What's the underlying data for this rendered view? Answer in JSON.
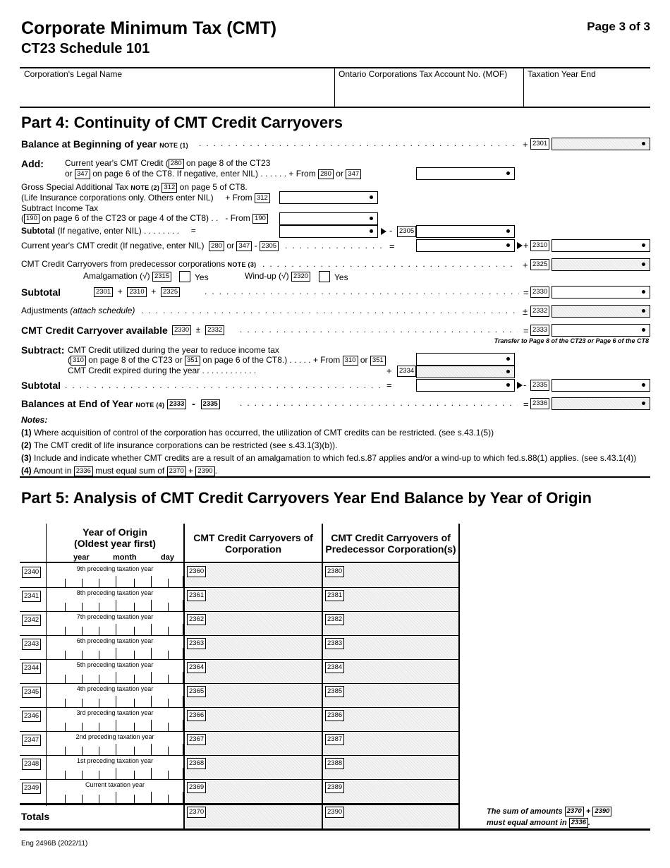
{
  "header": {
    "title": "Corporate Minimum Tax (CMT)",
    "subtitle": "CT23 Schedule 101",
    "page": "Page 3 of 3",
    "col_name": "Corporation's Legal Name",
    "col_account": "Ontario Corporations Tax Account No. (MOF)",
    "col_year_end": "Taxation Year End"
  },
  "part4": {
    "title": "Part 4: Continuity of CMT Credit Carryovers",
    "balance_begin": "Balance at Beginning of year",
    "note1": "NOTE (1)",
    "add": "Add:",
    "current_credit_1": "Current year's CMT Credit (",
    "current_credit_2": "on page 8 of the CT23",
    "current_credit_3": "or",
    "current_credit_4": "on page 6 of the CT8. If negative, enter NIL)",
    "plus_from": "+ From",
    "or": "or",
    "gross_special_1": "Gross Special Additional Tax",
    "note2": "NOTE (2)",
    "gross_special_2": "on page 5 of CT8.",
    "gross_special_3": "(Life Insurance corporations only. Others enter NIL)",
    "subtract_income": "Subtract Income Tax",
    "subtract_income_2": "on page 6 of the CT23 or page 4 of the CT8)",
    "minus_from": "- From",
    "subtotal_neg": "Subtotal",
    "subtotal_neg_2": "(If negative, enter NIL)",
    "equals": "=",
    "current_cmt_credit": "Current year's CMT credit (If negative, enter NIL)",
    "predecessor": "CMT Credit Carryovers from predecessor corporations",
    "note3": "NOTE (3)",
    "amalgamation": "Amalgamation",
    "windup": "Wind-up",
    "check": "(√)",
    "yes": "Yes",
    "subtotal": "Subtotal",
    "adjustments": "Adjustments",
    "attach": "(attach schedule)",
    "carryover_avail": "CMT Credit Carryover available",
    "transfer_note": "Transfer to Page 8 of the CT23 or Page 6 of the CT8",
    "subtract": "Subtract:",
    "utilized_1": "CMT Credit utilized during the year to reduce income tax",
    "utilized_2": "on page 8 of the CT23 or",
    "utilized_3": "on page 6 of the CT8.)",
    "expired": "CMT Credit expired during the year",
    "balance_end": "Balances at End of Year",
    "note4": "NOTE (4)",
    "codes": {
      "c2301": "2301",
      "c280": "280",
      "c347": "347",
      "c312": "312",
      "c190": "190",
      "c2305": "2305",
      "c2310": "2310",
      "c2325": "2325",
      "c2315": "2315",
      "c2320": "2320",
      "c2330": "2330",
      "c2332": "2332",
      "c2333": "2333",
      "c310": "310",
      "c351": "351",
      "c2334": "2334",
      "c2335": "2335",
      "c2336": "2336",
      "c2370": "2370",
      "c2390": "2390"
    }
  },
  "notes": {
    "heading": "Notes:",
    "n1_num": "(1)",
    "n1": "Where acquisition of control of the corporation has occurred, the utilization of CMT credits can be restricted. (see s.43.1(5))",
    "n2_num": "(2)",
    "n2": "The CMT credit of life insurance corporations can be restricted (see s.43.1(3)(b)).",
    "n3_num": "(3)",
    "n3": "Include and indicate whether CMT credits are a result of an amalgamation to which fed.s.87 applies and/or a wind-up to which fed.s.88(1) applies. (see s.43.1(4))",
    "n4_num": "(4)",
    "n4a": "Amount in",
    "n4b": "must equal sum of"
  },
  "part5": {
    "title": "Part 5: Analysis of CMT Credit Carryovers Year End Balance by Year of Origin",
    "col_origin_1": "Year of Origin",
    "col_origin_2": "(Oldest year first)",
    "col_year": "year",
    "col_month": "month",
    "col_day": "day",
    "col_corp": "CMT Credit Carryovers of Corporation",
    "col_pred": "CMT Credit Carryovers of Predecessor Corporation(s)",
    "rows": [
      {
        "code": "2340",
        "label": "9th preceding taxation year",
        "c1": "2360",
        "c2": "2380"
      },
      {
        "code": "2341",
        "label": "8th preceding taxation year",
        "c1": "2361",
        "c2": "2381"
      },
      {
        "code": "2342",
        "label": "7th preceding taxation year",
        "c1": "2362",
        "c2": "2382"
      },
      {
        "code": "2343",
        "label": "6th preceding taxation year",
        "c1": "2363",
        "c2": "2383"
      },
      {
        "code": "2344",
        "label": "5th preceding taxation year",
        "c1": "2364",
        "c2": "2384"
      },
      {
        "code": "2345",
        "label": "4th preceding taxation year",
        "c1": "2365",
        "c2": "2385"
      },
      {
        "code": "2346",
        "label": "3rd preceding taxation year",
        "c1": "2366",
        "c2": "2386"
      },
      {
        "code": "2347",
        "label": "2nd preceding taxation year",
        "c1": "2367",
        "c2": "2387"
      },
      {
        "code": "2348",
        "label": "1st preceding taxation year",
        "c1": "2368",
        "c2": "2388"
      },
      {
        "code": "2349",
        "label": "Current taxation year",
        "c1": "2369",
        "c2": "2389"
      }
    ],
    "totals": "Totals",
    "sum_note_1": "The sum of amounts",
    "sum_note_2": "must equal amount in"
  },
  "footer": {
    "form_id": "Eng 2496B (2022/11)"
  }
}
